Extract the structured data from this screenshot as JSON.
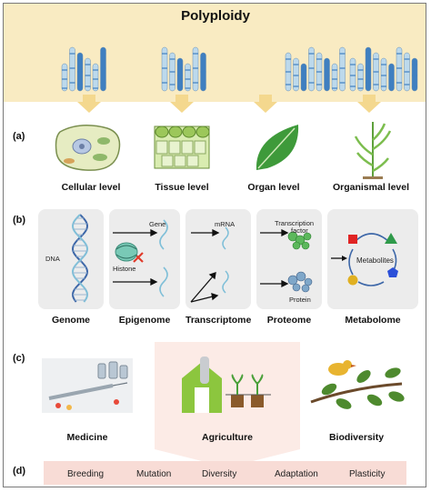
{
  "title": "Polyploidy",
  "section_a": {
    "label": "(a)",
    "levels": [
      "Cellular level",
      "Tissue level",
      "Organ level",
      "Organismal level"
    ]
  },
  "section_b": {
    "label": "(b)",
    "panels": [
      "Genome",
      "Epigenome",
      "Transcriptome",
      "Proteome",
      "Metabolome"
    ],
    "annotations": {
      "dna": "DNA",
      "gene": "Gene",
      "histone": "Histone",
      "mrna": "mRNA",
      "tf_line1": "Transcription",
      "tf_line2": "factor",
      "protein": "Protein",
      "metabolites": "Metabolites"
    }
  },
  "section_c": {
    "label": "(c)",
    "applications": [
      "Medicine",
      "Agriculture",
      "Biodiversity"
    ]
  },
  "section_d": {
    "label": "(d)",
    "traits": [
      "Breeding",
      "Mutation",
      "Diversity",
      "Adaptation",
      "Plasticity"
    ]
  },
  "colors": {
    "top_band": "#f9ebc2",
    "chromosome_light": "#bcd9ec",
    "chromosome_dark": "#3f7fc0",
    "arrow": "#f4d88e",
    "footer": "#f8dcd6",
    "leaf_green": "#3e9a3a"
  },
  "icons": [
    "cell-icon",
    "tissue-icon",
    "leaf-icon",
    "plant-icon",
    "dna-helix-icon",
    "nucleosome-icon",
    "protein-icon",
    "metabolite-cycle-icon",
    "medicine-icon",
    "greenhouse-icon",
    "bird-branch-icon"
  ]
}
